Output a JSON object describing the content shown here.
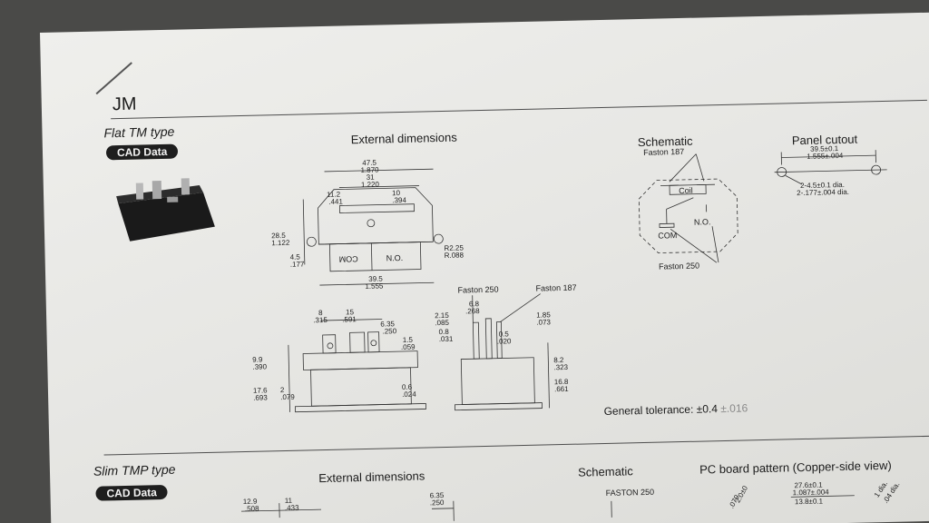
{
  "series_title": "JM",
  "flat": {
    "type_name": "Flat TM type",
    "cad_label": "CAD Data",
    "ext_dim_title": "External dimensions",
    "schematic_title": "Schematic",
    "panel_title": "Panel cutout",
    "ext_dims": {
      "width_mm": "47.5",
      "width_in": "1.870",
      "inner_mm": "31",
      "inner_in": "1.220",
      "left_mm": "11.2",
      "left_in": ".441",
      "right_mm": "10",
      "right_in": ".394",
      "height_mm": "28.5",
      "height_in": "1.122",
      "tab_mm": "4.5",
      "tab_in": ".177",
      "radius_mm": "R2.25",
      "radius_in": "R.088",
      "base_mm": "39.5",
      "base_in": "1.555",
      "com": "COM",
      "no": "N.O."
    },
    "side_dims": {
      "a_mm": "8",
      "a_in": ".315",
      "b_mm": "15",
      "b_in": ".591",
      "tw_mm": "6.35",
      "tw_in": ".250",
      "tt_mm": "1.5",
      "tt_in": ".059",
      "h_mm": "9.9",
      "h_in": ".390",
      "base_mm": "17.6",
      "base_in": ".693",
      "foot_mm": "2",
      "foot_in": ".079",
      "plate_mm": "0.6",
      "plate_in": ".024"
    },
    "end_dims": {
      "faston_250": "Faston 250",
      "faston_187": "Faston 187",
      "w1_mm": "6.8",
      "w1_in": ".268",
      "g_mm": "2.15",
      "g_in": ".085",
      "t1_mm": "0.8",
      "t1_in": ".031",
      "t2_mm": "0.5",
      "t2_in": ".020",
      "w2_mm": "1.85",
      "w2_in": ".073",
      "h1_mm": "8.2",
      "h1_in": ".323",
      "h2_mm": "16.8",
      "h2_in": ".661"
    },
    "schematic": {
      "faston_187": "Faston 187",
      "coil": "Coil",
      "no": "N.O.",
      "com": "COM",
      "faston_250": "Faston 250"
    },
    "panel": {
      "span_mm": "39.5±0.1",
      "span_in": "1.555±.004",
      "hole_mm": "2-4.5±0.1 dia.",
      "hole_in": "2-.177±.004 dia."
    },
    "tolerance_prefix": "General tolerance: ±0.4",
    "tolerance_in": "±.016"
  },
  "slim": {
    "type_name": "Slim TMP type",
    "cad_label": "CAD Data",
    "ext_dim_title": "External dimensions",
    "schematic_title": "Schematic",
    "pcb_title": "PC board pattern (Copper-side view)",
    "dims": {
      "a_mm": "12.9",
      "a_in": ".508",
      "b_mm": "11",
      "b_in": ".433",
      "c_mm": "6.35",
      "c_in": ".250",
      "faston": "FASTON 250",
      "p_mm": "27.6±0.1",
      "p_in": "1.087±.004",
      "p2_mm": "13.8±0.1",
      "d_mm": "2.0±0",
      "d_in": ".079",
      "e_mm": "1 dia.",
      "e_in": ".04 dia."
    }
  },
  "colors": {
    "paper": "#eeeeeb",
    "ink": "#1b1b1b",
    "pill": "#1e1e1e",
    "background": "#4a4a48"
  }
}
